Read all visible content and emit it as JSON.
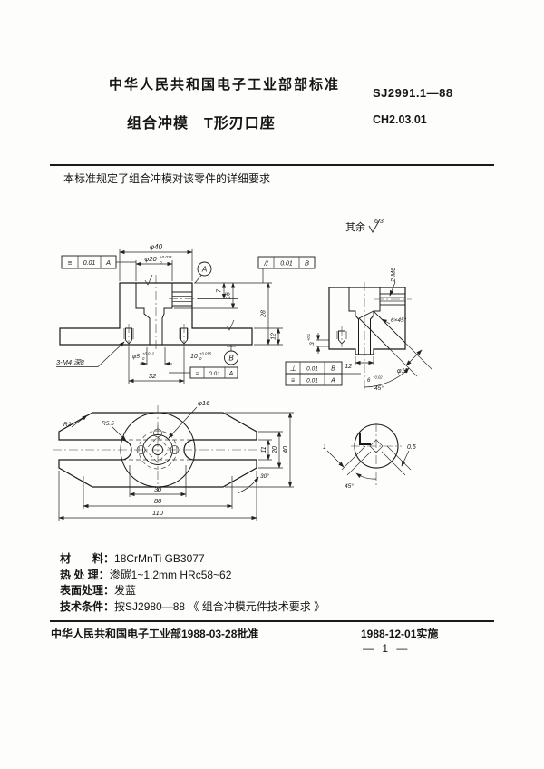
{
  "header": {
    "org_line": "中华人民共和国电子工业部部标准",
    "standard_no": "SJ2991.1—88",
    "title": "组合冲模　T形刃口座",
    "code": "CH2.03.01"
  },
  "intro": "本标准规定了组合冲模对该零件的详细要求",
  "roughness": {
    "prefix": "其余",
    "value": "6.3"
  },
  "left_view": {
    "dim_d40": "φ40",
    "dim_d20": "φ20",
    "tol_d20_u": "+0.021",
    "tol_d20_l": "0",
    "fcf1": {
      "sym": "≡",
      "tol": "0.01",
      "datum": "A"
    },
    "fcf2": {
      "sym": "//",
      "tol": "0.01",
      "datum": "B"
    },
    "fcf3": {
      "sym": "≡",
      "tol": "0.01",
      "datum": "A"
    },
    "datum_a": "A",
    "datum_b": "B",
    "dim_7": "7",
    "dim_16": "16",
    "dim_28": "28",
    "dim_12": "12",
    "thread_note": "3-M4 深8",
    "dim_d5": "φ5",
    "tol_d5_u": "+0.012",
    "tol_d5_l": "0",
    "dim_10": "10",
    "tol_10_u": "+0.015",
    "tol_10_l": "0",
    "dim_32": "32"
  },
  "right_view": {
    "thread_note": "2-M6",
    "chamfer": "6×45°",
    "dim_d11": "φ11",
    "angle": "45°",
    "dim_12": "12",
    "dim_3": "3",
    "tol_3_u": "+0.1",
    "dim_6": "6",
    "tol_6_u": "+0.02",
    "fcf_perp": {
      "sym": "⊥",
      "tol": "0.01",
      "datum": "B"
    },
    "fcf_sym": {
      "sym": "≡",
      "tol": "0.01",
      "datum": "A"
    }
  },
  "plan_view": {
    "dim_d16": "φ16",
    "r2": "R2",
    "r55": "R5.5",
    "dim_30": "30",
    "dim_80": "80",
    "dim_110": "110",
    "dim_11": "11",
    "dim_20": "20",
    "dim_40": "40",
    "angle_30": "30°"
  },
  "detail_view": {
    "dim_1": "1",
    "dim_05": "0.5",
    "angle_45": "45°"
  },
  "specs": [
    {
      "label": "材　　料：",
      "value": "18CrMnTi  GB3077"
    },
    {
      "label": "热 处 理：",
      "value": "渗碳1~1.2mm  HRc58~62"
    },
    {
      "label": "表面处理：",
      "value": "发蓝"
    },
    {
      "label": "技术条件：",
      "value": "按SJ2980—88 《 组合冲模元件技术要求 》"
    }
  ],
  "footer": {
    "approval": "中华人民共和国电子工业部1988-03-28批准",
    "implementation": "1988-12-01实施",
    "page_label": "— 1 —"
  }
}
